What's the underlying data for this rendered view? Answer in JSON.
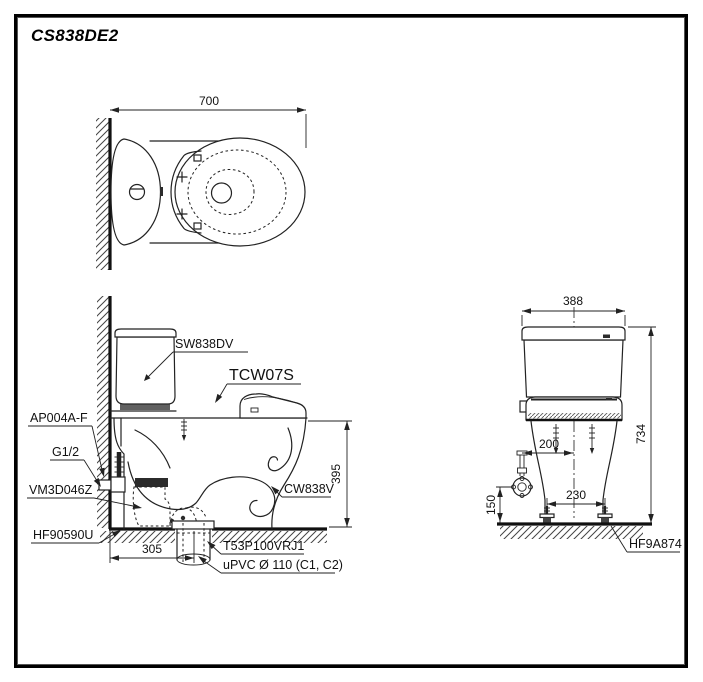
{
  "page": {
    "title": "CS838DE2",
    "background": "#ffffff",
    "line_color": "#222222",
    "border_color": "#000000"
  },
  "views": {
    "plan": {
      "dims": {
        "overall_depth": "700"
      }
    },
    "side": {
      "part_labels": {
        "cistern": "SW838DV",
        "washlet": "TCW07S",
        "supply_fitting": "AP004A-F",
        "thread": "G1/2",
        "flange_seal": "VM3D046Z",
        "floor_fixing": "HF90590U",
        "bowl": "CW838V",
        "drain_socket": "T53P100VRJ1",
        "drain_pipe": "uPVC Ø 110 (C1, C2)"
      },
      "dims": {
        "bowl_height": "395",
        "drain_setout": "305"
      }
    },
    "front": {
      "part_labels": {
        "fixing_kit": "HF9A874"
      },
      "dims": {
        "overall_width": "388",
        "overall_height": "734",
        "supply_offset": "200",
        "supply_height": "150",
        "bolt_spacing": "230"
      }
    }
  }
}
